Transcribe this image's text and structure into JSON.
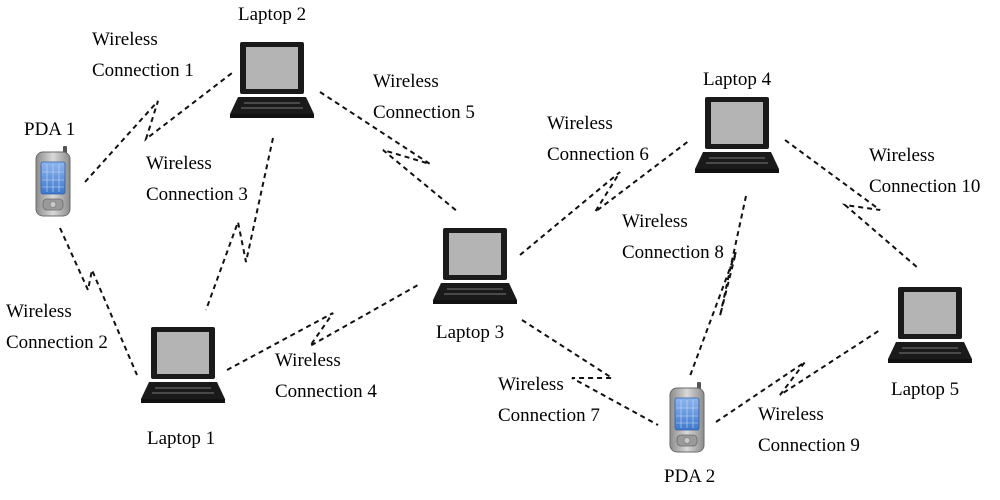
{
  "devices": {
    "laptop1": {
      "label": "Laptop 1",
      "icon": "laptop-icon"
    },
    "laptop2": {
      "label": "Laptop 2",
      "icon": "laptop-icon"
    },
    "laptop3": {
      "label": "Laptop 3",
      "icon": "laptop-icon"
    },
    "laptop4": {
      "label": "Laptop 4",
      "icon": "laptop-icon"
    },
    "laptop5": {
      "label": "Laptop 5",
      "icon": "laptop-icon"
    },
    "pda1": {
      "label": "PDA 1",
      "icon": "pda-icon"
    },
    "pda2": {
      "label": "PDA 2",
      "icon": "pda-icon"
    }
  },
  "connections": [
    {
      "id": 1,
      "line1": "Wireless",
      "line2": "Connection 1",
      "from": "PDA 1",
      "to": "Laptop 2"
    },
    {
      "id": 2,
      "line1": "Wireless",
      "line2": "Connection 2",
      "from": "PDA 1",
      "to": "Laptop 1"
    },
    {
      "id": 3,
      "line1": "Wireless",
      "line2": "Connection 3",
      "from": "Laptop 1",
      "to": "Laptop 2"
    },
    {
      "id": 4,
      "line1": "Wireless",
      "line2": "Connection 4",
      "from": "Laptop 1",
      "to": "Laptop 3"
    },
    {
      "id": 5,
      "line1": "Wireless",
      "line2": "Connection 5",
      "from": "Laptop 2",
      "to": "Laptop 3"
    },
    {
      "id": 6,
      "line1": "Wireless",
      "line2": "Connection 6",
      "from": "Laptop 3",
      "to": "Laptop 4"
    },
    {
      "id": 7,
      "line1": "Wireless",
      "line2": "Connection 7",
      "from": "Laptop 3",
      "to": "PDA 2"
    },
    {
      "id": 8,
      "line1": "Wireless",
      "line2": "Connection 8",
      "from": "Laptop 4",
      "to": "PDA 2"
    },
    {
      "id": 9,
      "line1": "Wireless",
      "line2": "Connection 9",
      "from": "PDA 2",
      "to": "Laptop 5"
    },
    {
      "id": 10,
      "line1": "Wireless",
      "line2": "Connection 10",
      "from": "Laptop 4",
      "to": "Laptop 5"
    }
  ],
  "colors": {
    "line": "#111111",
    "laptop_body": "#1a1a1a",
    "laptop_screen": "#b4b4b4",
    "pda_body": "#b0b0b0",
    "pda_screen": "#4f88d8"
  }
}
